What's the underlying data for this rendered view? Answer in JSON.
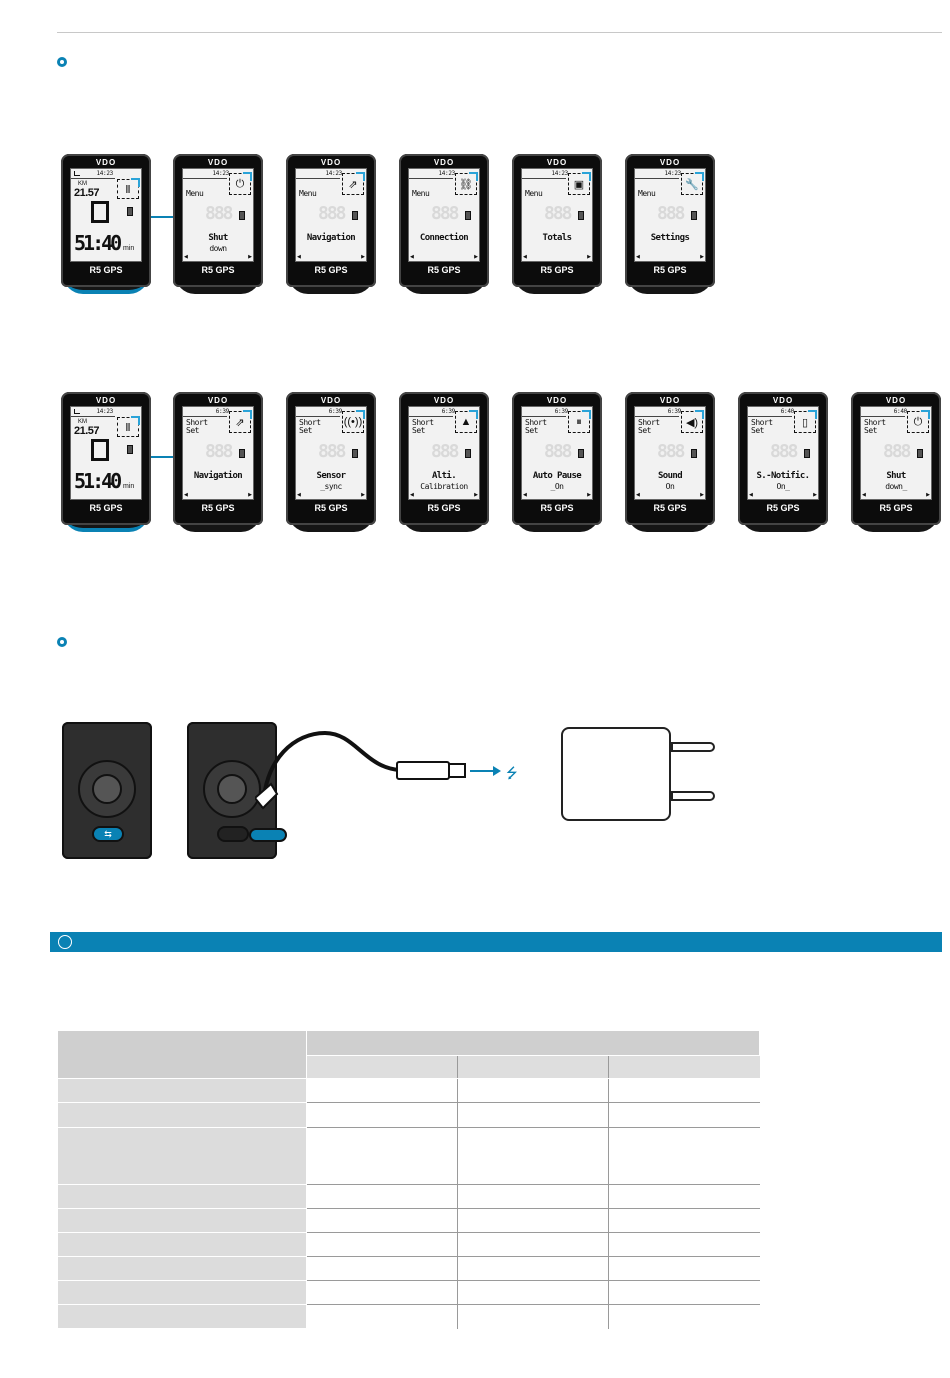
{
  "device": {
    "brand": "VDO",
    "model": "R5 GPS",
    "ride_unit": "KM",
    "ride_distance": "21.57",
    "ride_time": "51:40",
    "ride_time_unit": "min",
    "ghost_digits": "888"
  },
  "row1": {
    "time": "14:23",
    "menu_word": "Menu",
    "screens": [
      {
        "icon": "power-icon",
        "glyph": "⏻",
        "label": "Shut",
        "label2": "down"
      },
      {
        "icon": "navigation-icon",
        "glyph": "⇗",
        "label": "Navigation",
        "label2": ""
      },
      {
        "icon": "connection-icon",
        "glyph": "⛓",
        "label": "Connection",
        "label2": ""
      },
      {
        "icon": "save-icon",
        "glyph": "▣",
        "label": "Totals",
        "label2": ""
      },
      {
        "icon": "wrench-icon",
        "glyph": "🔧",
        "label": "Settings",
        "label2": ""
      }
    ]
  },
  "row2": {
    "menu_word_1": "Short",
    "menu_word_2": "Set",
    "screens": [
      {
        "time": "6:39",
        "icon": "navigation-icon",
        "glyph": "⇗",
        "label": "Navigation",
        "label2": ""
      },
      {
        "time": "6:39",
        "icon": "sensor-icon",
        "glyph": "((•))",
        "label": "Sensor",
        "label2": "_sync"
      },
      {
        "time": "6:39",
        "icon": "altitude-icon",
        "glyph": "▲",
        "label": "Alti.",
        "label2": "Calibration"
      },
      {
        "time": "6:39",
        "icon": "pause-icon",
        "glyph": "⏸",
        "label": "Auto Pause",
        "label2": "_On"
      },
      {
        "time": "6:39",
        "icon": "speaker-icon",
        "glyph": "◀)",
        "label": "Sound",
        "label2": "On"
      },
      {
        "time": "6:40",
        "icon": "phone-icon",
        "glyph": "▯",
        "label": "S.-Notific.",
        "label2": "On_"
      },
      {
        "time": "6:40",
        "icon": "power-icon",
        "glyph": "⏻",
        "label": "Shut",
        "label2": "down_"
      }
    ]
  },
  "colors": {
    "accent": "#0a82b4",
    "table_header": "#cfcfcf",
    "table_label": "#dcdcdc"
  },
  "charging": {
    "usb_symbol": "⭍"
  },
  "table": {
    "rows": 9
  }
}
